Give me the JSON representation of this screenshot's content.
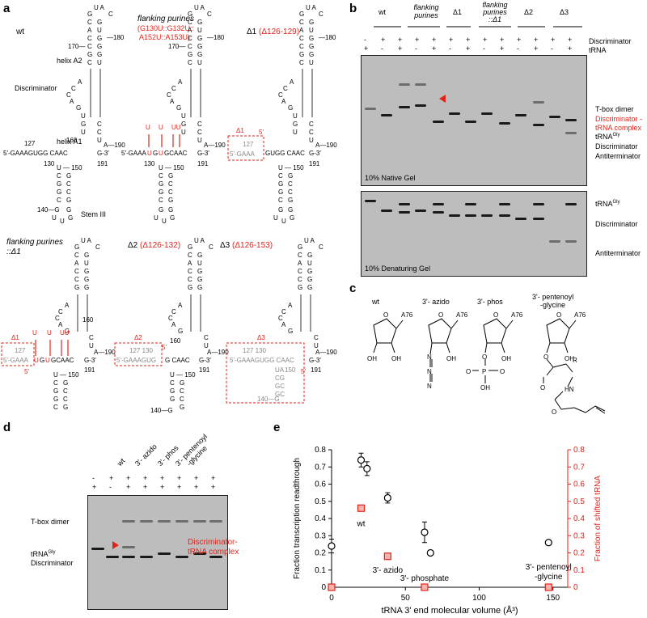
{
  "panel_labels": {
    "a": "a",
    "b": "b",
    "c": "c",
    "d": "d",
    "e": "e"
  },
  "panel_a": {
    "wt": "wt",
    "flanking_purines": "flanking purines",
    "flanking_mut": "(G130U::G132U::",
    "flanking_mut2": "A152U::A153U)",
    "delta1": "Δ1",
    "delta1_range": "(Δ126-129)",
    "delta2": "Δ2",
    "delta2_range": "(Δ126-132)",
    "delta3": "Δ3",
    "delta3_range": "(Δ126-153)",
    "flanking_delta1_a": "flanking purines",
    "flanking_delta1_b": "::Δ1",
    "helix_a2": "helix A2",
    "helix_a1": "helix A1",
    "discriminator": "Discriminator",
    "stem_iii": "Stem III",
    "seq_5p": "5'-GAAAGUGG CAAC",
    "seq_3p": "G-3'",
    "n127": "127",
    "n130": "130",
    "n150": "150",
    "n160": "160",
    "n170": "170",
    "n180": "180",
    "n190": "190",
    "n191": "191",
    "n140": "140",
    "mark_5p": "5'"
  },
  "panel_b": {
    "lanes": [
      "wt",
      "flanking purines",
      "Δ1",
      "flanking purines ::Δ1",
      "Δ2",
      "Δ3"
    ],
    "row_disc": "Discriminator",
    "row_trna": "tRNA",
    "disc_signs": [
      "-",
      "+",
      "+",
      "+",
      "+",
      "+",
      "+",
      "+",
      "+",
      "+",
      "+",
      "+",
      "+"
    ],
    "trna_signs": [
      "+",
      "-",
      "+",
      "-",
      "+",
      "-",
      "+",
      "-",
      "+",
      "-",
      "+",
      "-",
      "+"
    ],
    "native_label": "10% Native Gel",
    "denat_label": "10% Denaturing Gel",
    "native_right": [
      "T-box dimer",
      "Discriminator -",
      "tRNA complex",
      "tRNA",
      "Discriminator",
      "Antiterminator"
    ],
    "denat_right": [
      "tRNA",
      "Discriminator",
      "Antiterminator"
    ],
    "gly": "Gly"
  },
  "panel_c": {
    "labels": [
      "wt",
      "3'- azido",
      "3'- phos",
      "3'- pentenoyl",
      "-glycine"
    ],
    "a76": "A76",
    "oh": "OH",
    "n3": "N",
    "o": "O",
    "p": "P",
    "r": "R",
    "hn": "HN"
  },
  "panel_d": {
    "col_labels": [
      "wt",
      "3'- azido",
      "3'- phos",
      "3'- pentenoyl",
      "-glycine"
    ],
    "row1": [
      "-",
      "+",
      "+",
      "+",
      "+",
      "+",
      "+",
      "+"
    ],
    "row2": [
      "+",
      "-",
      "+",
      "+",
      "+",
      "+",
      "+",
      "+"
    ],
    "left": [
      "T-box dimer",
      "tRNA",
      "Discriminator"
    ],
    "gly": "Gly",
    "right1": "Discriminator-",
    "right2": "tRNA complex"
  },
  "chart_data": {
    "type": "scatter",
    "xlabel": "tRNA 3' end molecular volume (Å³)",
    "ylabel_left": "Fraction transcription readthrough",
    "ylabel_right": "Fraction of shifted tRNA",
    "xlim": [
      0,
      160
    ],
    "xticks": [
      "0",
      "50",
      "100",
      "150"
    ],
    "ylim": [
      0,
      0.8
    ],
    "yticks": [
      "0",
      "0.1",
      "0.2",
      "0.3",
      "0.4",
      "0.5",
      "0.6",
      "0.7",
      "0.8"
    ],
    "series": [
      {
        "name": "Fraction transcription readthrough",
        "color": "#000000",
        "marker": "open-circle",
        "points": [
          {
            "x": 0,
            "y": 0.24,
            "err": 0.04
          },
          {
            "x": 20,
            "y": 0.74,
            "err": 0.04
          },
          {
            "x": 24,
            "y": 0.69,
            "err": 0.04
          },
          {
            "x": 38,
            "y": 0.52,
            "err": 0.03
          },
          {
            "x": 63,
            "y": 0.32,
            "err": 0.06
          },
          {
            "x": 67,
            "y": 0.2,
            "err": 0
          },
          {
            "x": 147,
            "y": 0.26,
            "err": 0.01
          }
        ]
      },
      {
        "name": "Fraction of shifted tRNA",
        "color": "#e2231a",
        "marker": "square",
        "points": [
          {
            "x": 0,
            "y": 0.0
          },
          {
            "x": 20,
            "y": 0.46
          },
          {
            "x": 38,
            "y": 0.18
          },
          {
            "x": 63,
            "y": 0.0
          },
          {
            "x": 147,
            "y": 0.0
          }
        ]
      }
    ],
    "annotations": [
      "wt",
      "3'- azido",
      "3'- phosphate",
      "3'- pentenoyl",
      "-glycine"
    ],
    "right_axis_color": "#e2231a"
  }
}
